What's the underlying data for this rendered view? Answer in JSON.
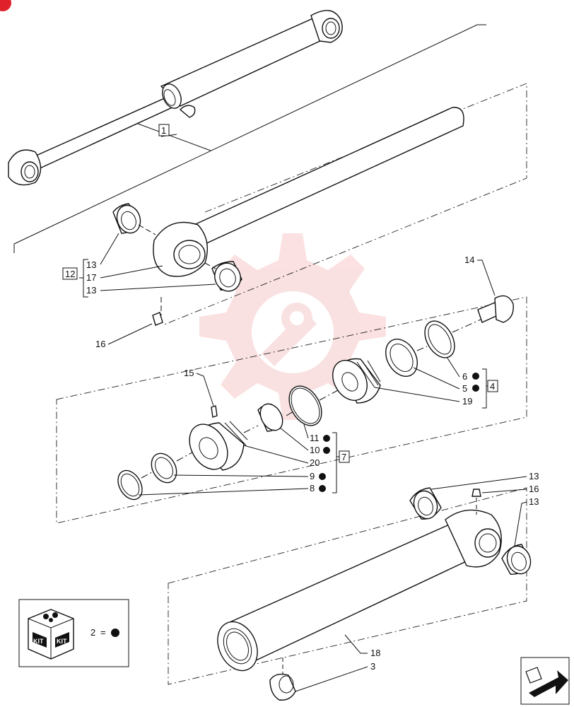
{
  "labels": {
    "l1": "1",
    "l12": "12",
    "l13a": "13",
    "l17": "17",
    "l13b": "13",
    "l16a": "16",
    "l14": "14",
    "l6": "6",
    "l5": "5",
    "l4": "4",
    "l19": "19",
    "l15": "15",
    "l11": "11",
    "l10": "10",
    "l7": "7",
    "l20": "20",
    "l9": "9",
    "l8": "8",
    "l13c": "13",
    "l16b": "16",
    "l13d": "13",
    "l18": "18",
    "l3": "3",
    "legend_num": "2",
    "legend_eq": "=",
    "kit1": "KIT",
    "kit2": "KIT"
  },
  "colors": {
    "line": "#111111",
    "watermark": "#f7c9c9",
    "corner_badge": "#e0202a"
  },
  "icons": {
    "kit": "kit-box-icon",
    "nav": "next-page-arrow-icon",
    "watermark": "gear-wrench-watermark-icon"
  }
}
